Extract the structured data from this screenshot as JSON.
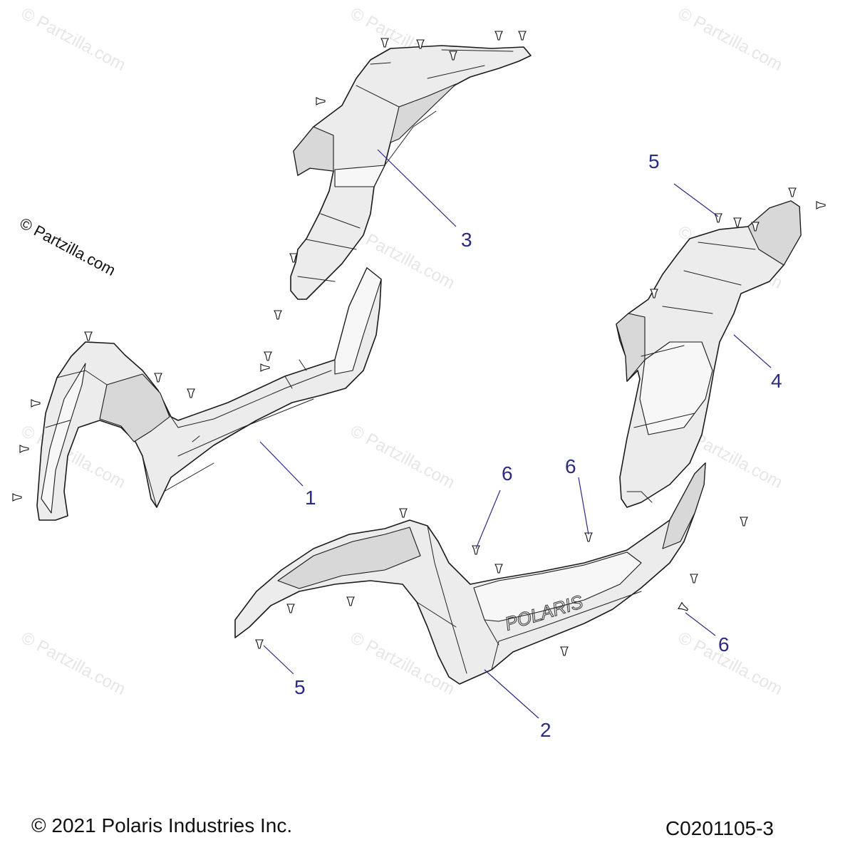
{
  "watermark": {
    "text": "© Partzilla.com"
  },
  "callouts": [
    {
      "label": "1",
      "part": "front-left-rocker-fender"
    },
    {
      "label": "2",
      "part": "front-right-rocker-fender"
    },
    {
      "label": "3",
      "part": "rear-left-fender-panel"
    },
    {
      "label": "4",
      "part": "rear-right-fender-panel"
    },
    {
      "label": "5",
      "part": "fastener-a"
    },
    {
      "label": "6",
      "part": "fastener-b"
    },
    {
      "label": "6",
      "part": "fastener-b"
    },
    {
      "label": "5",
      "part": "fastener-a"
    },
    {
      "label": "6",
      "part": "fastener-b"
    }
  ],
  "emboss": {
    "text": "POLARIS"
  },
  "footer": {
    "copyright": "© 2021 Polaris Industries Inc.",
    "diagram_code": "C0201105-3"
  }
}
